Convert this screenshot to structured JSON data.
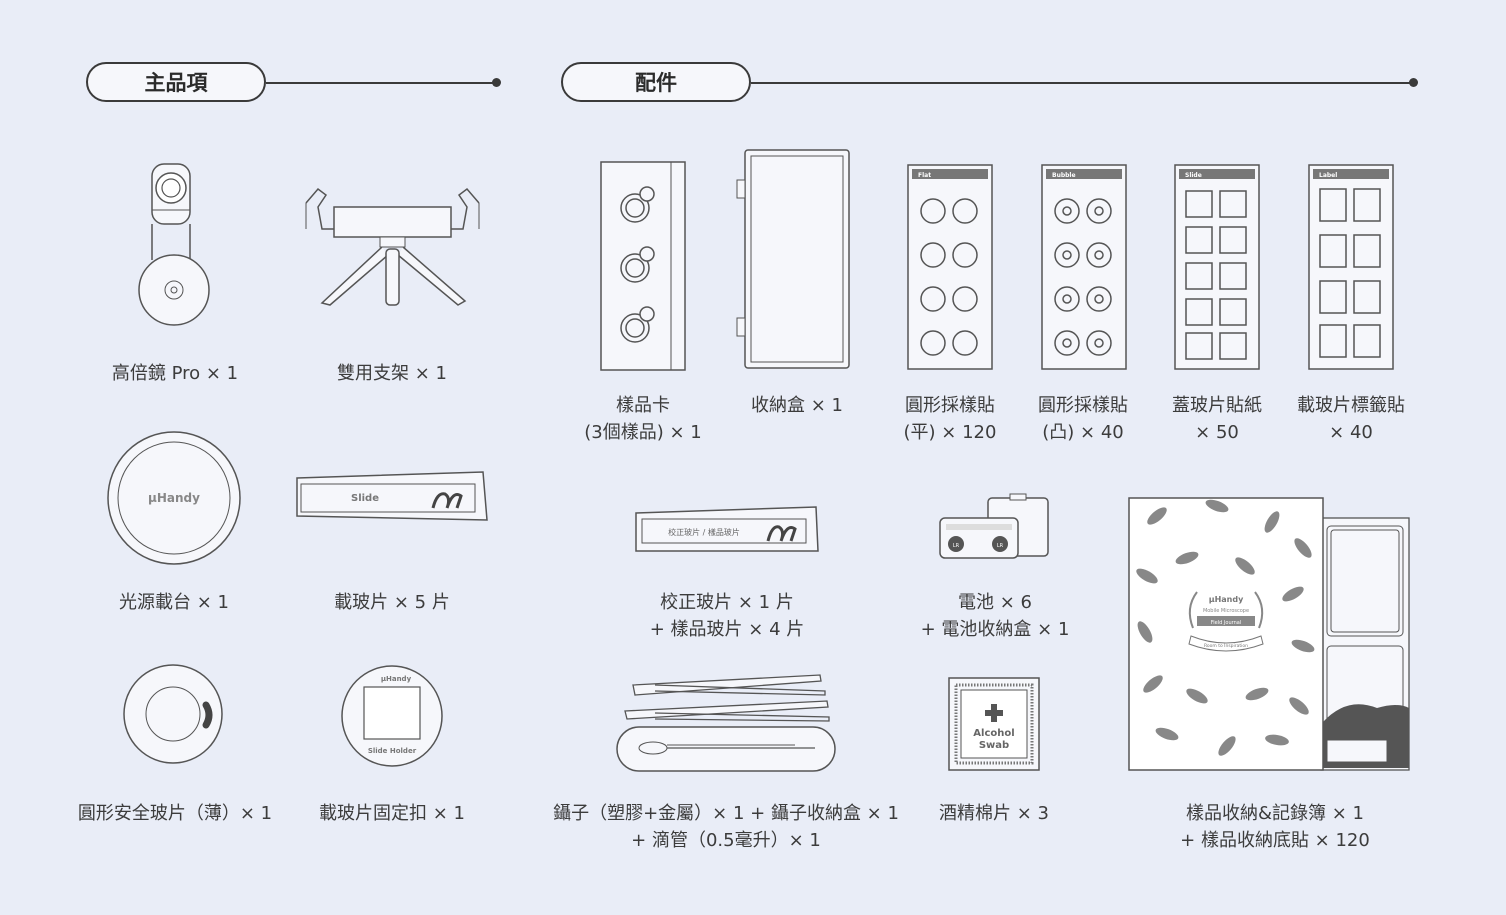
{
  "sections": {
    "main": "主品項",
    "accessories": "配件"
  },
  "main_items": [
    {
      "label": "高倍鏡 Pro × 1"
    },
    {
      "label": "雙用支架 × 1"
    },
    {
      "label": "光源載台 × 1"
    },
    {
      "label": "載玻片 × 5 片"
    },
    {
      "label": "圓形安全玻片（薄）× 1"
    },
    {
      "label": "載玻片固定扣 × 1"
    }
  ],
  "accessory_items": [
    {
      "line1": "樣品卡",
      "line2": "(3個樣品) × 1"
    },
    {
      "line1": "收納盒 × 1",
      "line2": ""
    },
    {
      "line1": "圓形採樣貼",
      "line2": "(平) × 120"
    },
    {
      "line1": "圓形採樣貼",
      "line2": "(凸) × 40"
    },
    {
      "line1": "蓋玻片貼紙",
      "line2": "× 50"
    },
    {
      "line1": "載玻片標籤貼",
      "line2": "× 40"
    },
    {
      "line1": "校正玻片 × 1 片",
      "line2": "+ 樣品玻片 × 4 片"
    },
    {
      "line1": "電池 × 6",
      "line2": "+ 電池收納盒 × 1"
    },
    {
      "line1": "鑷子（塑膠+金屬）× 1 + 鑷子收納盒 × 1",
      "line2": "+ 滴管（0.5毫升）× 1"
    },
    {
      "line1": "酒精棉片 × 3",
      "line2": ""
    },
    {
      "line1": "樣品收納&記錄簿 × 1",
      "line2": "+ 樣品收納底貼 × 120"
    }
  ],
  "product_text": {
    "platform_logo": "µHandy",
    "slide_label": "Slide",
    "calibration_slide_label": "校正玻片 / 樣品玻片",
    "holder_logo": "µHandy",
    "holder_label": "Slide Holder",
    "sheet_flat": "Flat",
    "sheet_bubble": "Bubble",
    "sheet_slide": "Slide",
    "sheet_label": "Label",
    "swab_line1": "Alcohol",
    "swab_line2": "Swab",
    "battery_text": "LR",
    "journal_logo": "µHandy",
    "journal_sub": "Mobile Microscope",
    "journal_title": "Field Journal",
    "journal_ribbon": "Room to Inspiration"
  },
  "colors": {
    "background": "#e9edf7",
    "line": "#3a3a3a",
    "fill": "#f6f7fb",
    "gray": "#8a8a8a"
  },
  "icons": [
    "microscope-lens-icon",
    "tripod-stand-icon",
    "light-platform-icon",
    "slide-icon",
    "round-cover-glass-icon",
    "slide-holder-icon",
    "sample-card-icon",
    "storage-box-icon",
    "sticker-sheet-icon",
    "tweezers-icon",
    "battery-icon",
    "alcohol-swab-icon",
    "journal-icon"
  ]
}
